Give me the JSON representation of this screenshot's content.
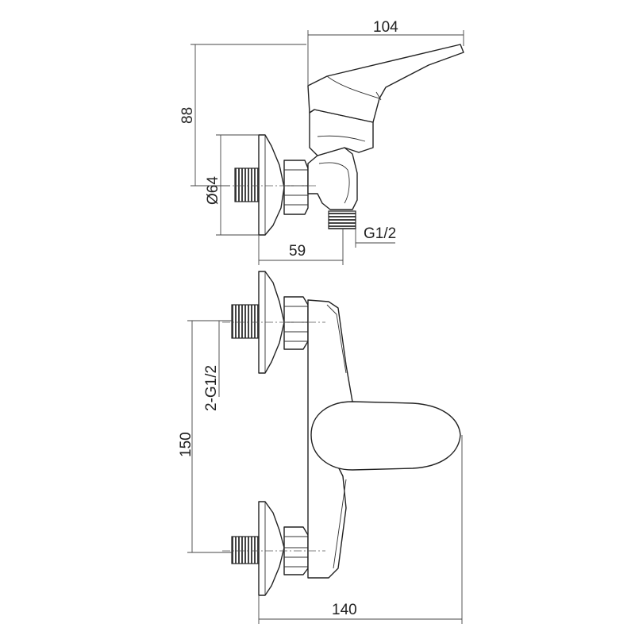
{
  "dimensions": {
    "top_width": "104",
    "top_height": "88",
    "flange_diameter": "Ø64",
    "outlet_offset": "59",
    "outlet_thread": "G1/2",
    "inlet_thread": "2-G1/2",
    "inlet_spacing": "150",
    "front_width": "140"
  },
  "views": [
    "side-view",
    "front-view"
  ]
}
